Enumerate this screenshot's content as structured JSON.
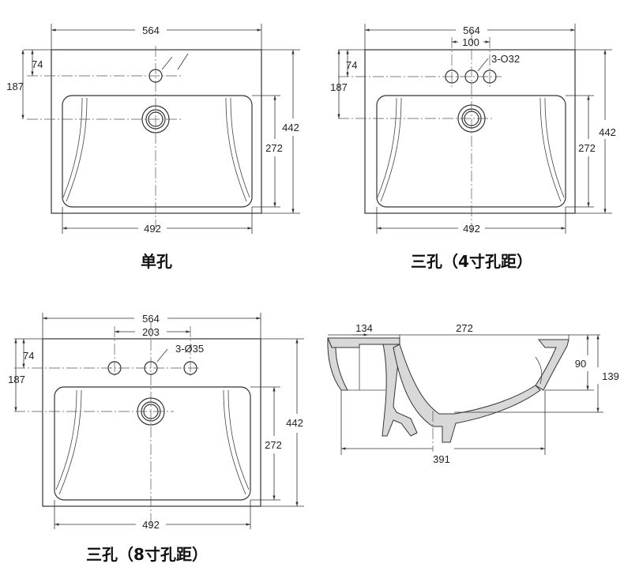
{
  "views": {
    "single": {
      "caption": "单孔",
      "dims": {
        "width": "564",
        "hole_offset": "74",
        "center_offset": "187",
        "depth": "442",
        "bowl_depth": "272",
        "bowl_width": "492"
      }
    },
    "three4": {
      "caption": "三孔（4寸孔距）",
      "dims": {
        "width": "564",
        "hole_spacing": "100",
        "holes": "3-O32",
        "hole_offset": "74",
        "center_offset": "187",
        "depth": "442",
        "bowl_depth": "272",
        "bowl_width": "492"
      }
    },
    "three8": {
      "caption": "三孔（8寸孔距）",
      "dims": {
        "width": "564",
        "hole_spacing": "203",
        "holes": "3-Ø35",
        "hole_offset": "74",
        "center_offset": "187",
        "depth": "442",
        "bowl_depth": "272",
        "bowl_width": "492"
      }
    },
    "section": {
      "dims": {
        "rim": "134",
        "inner_width": "272",
        "bowl_height": "90",
        "total_height": "139",
        "base_width": "391"
      }
    }
  }
}
